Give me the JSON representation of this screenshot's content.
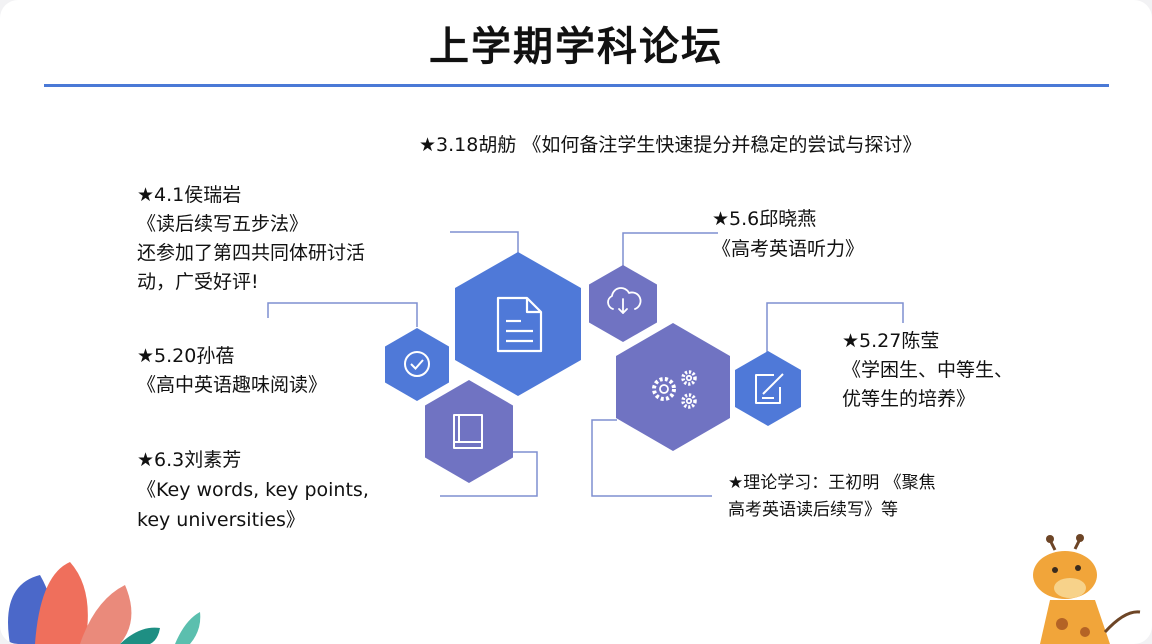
{
  "slide": {
    "title": "上学期学科论坛"
  },
  "entries": {
    "hu": {
      "line1": "★3.18胡舫 《如何备注学生快速提分并稳定的尝试与探讨》"
    },
    "hou": {
      "line1": "★4.1侯瑞岩",
      "line2": "《读后续写五步法》",
      "line3": "还参加了第四共同体研讨活",
      "line4": "动，广受好评!"
    },
    "sun": {
      "line1": "★5.20孙蓓",
      "line2": "《高中英语趣味阅读》"
    },
    "liu": {
      "line1": "★6.3刘素芳",
      "line2": "《Key words, key points,",
      "line3": "key universities》"
    },
    "qiu": {
      "line1": "★5.6邱晓燕",
      "line2": "《高考英语听力》"
    },
    "chen": {
      "line1": "★5.27陈莹",
      "line2": "《学困生、中等生、",
      "line3": "优等生的培养》"
    },
    "wang": {
      "line1": "★理论学习：王初明 《聚焦",
      "line2": "高考英语读后续写》等"
    }
  },
  "icons": [
    "document-icon",
    "check-circle-icon",
    "book-icon",
    "cloud-download-icon",
    "gears-icon",
    "edit-icon"
  ],
  "colors": {
    "accent": "#4a79d6",
    "hex_blue": "#4f79d8",
    "hex_purple": "#7073c2",
    "connector": "#7f8fd0"
  }
}
